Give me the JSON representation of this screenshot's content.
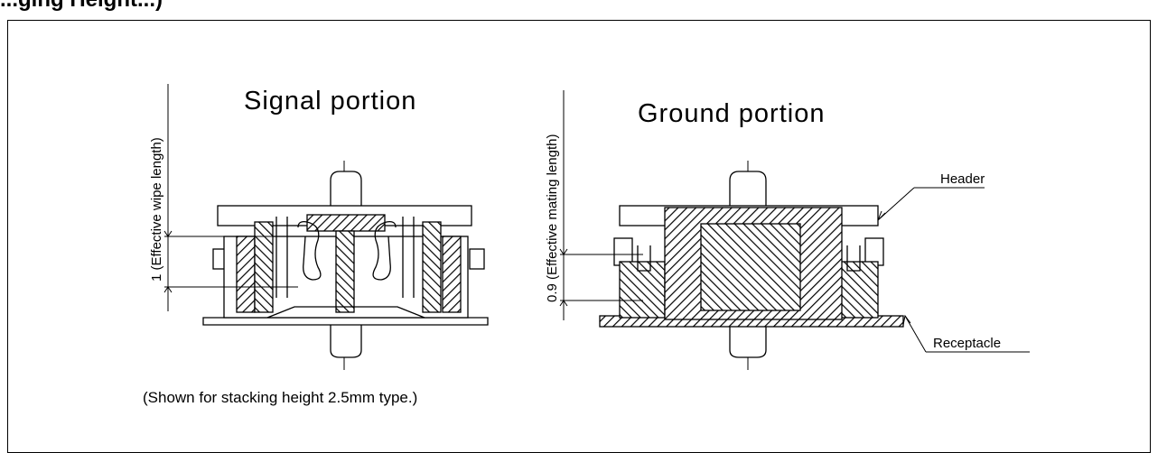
{
  "heading": "...ging Height...)",
  "titles": {
    "signal": "Signal portion",
    "ground": "Ground portion"
  },
  "dimensions": {
    "signal_wipe": "1 (Effective wipe length)",
    "ground_mating": "0.9 (Effective mating length)"
  },
  "callouts": {
    "header": "Header",
    "receptacle": "Receptacle"
  },
  "note": "(Shown for stacking height 2.5mm type.)"
}
